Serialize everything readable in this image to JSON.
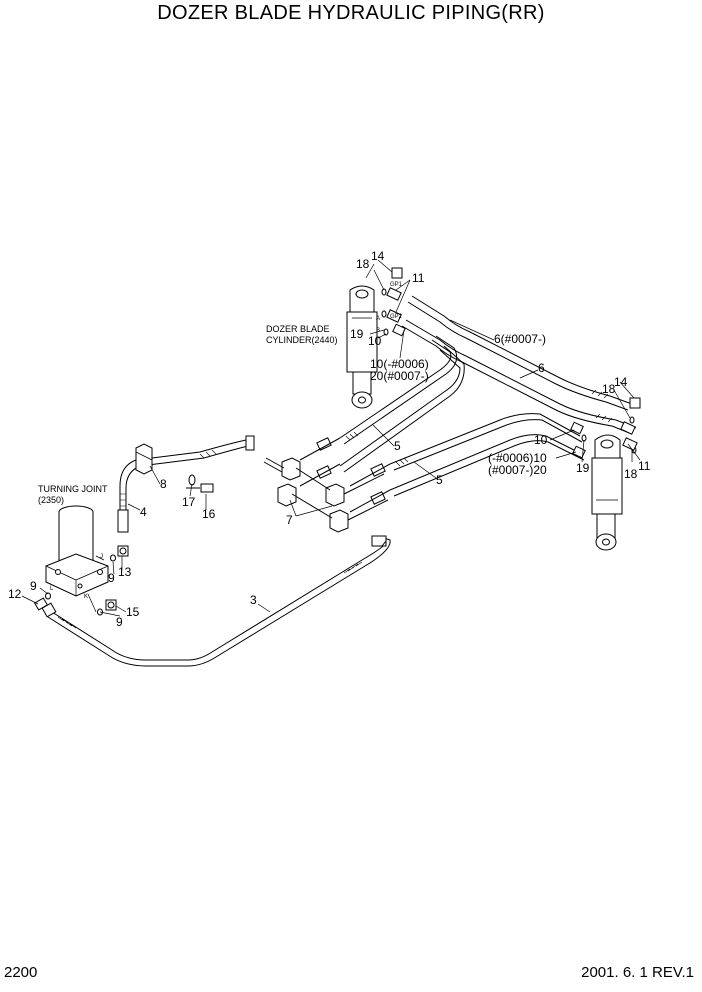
{
  "header": {
    "title": "DOZER BLADE HYDRAULIC PIPING(RR)"
  },
  "footer": {
    "page_number": "2200",
    "revision": "2001. 6. 1 REV.1"
  },
  "components": {
    "dozer_cylinder": {
      "line1": "DOZER BLADE",
      "line2": "CYLINDER(2440)"
    },
    "turning_joint": {
      "line1": "TURNING JOINT",
      "line2": "(2350)"
    }
  },
  "callouts": {
    "c3": "3",
    "c4": "4",
    "c5a": "5",
    "c5b": "5",
    "c6": "6",
    "c6b": "6(#0007-)",
    "c7": "7",
    "c8": "8",
    "c9a": "9",
    "c9b": "9",
    "c9c": "9",
    "c10a": "10",
    "c10b": "10(-#0006)",
    "c10c": "10",
    "c10d": "(-#0006)10",
    "c11a": "11",
    "c11b": "11",
    "c12": "12",
    "c13": "13",
    "c14a": "14",
    "c14b": "14",
    "c15": "15",
    "c16": "16",
    "c17": "17",
    "c18a": "18",
    "c18b": "18",
    "c19a": "19",
    "c19b": "19",
    "c20a": "20(#0007-)",
    "c20b": "(#0007-)20"
  },
  "port_marks": {
    "gp1": "GP1",
    "gp2": "GP2",
    "a": "A",
    "b": "B",
    "j": "J",
    "k": "K",
    "l": "L"
  },
  "icons": [
    "hydraulic-hose",
    "hydraulic-pipe",
    "cylinder",
    "swivel-joint",
    "fitting",
    "o-ring",
    "clamp",
    "bolt"
  ]
}
